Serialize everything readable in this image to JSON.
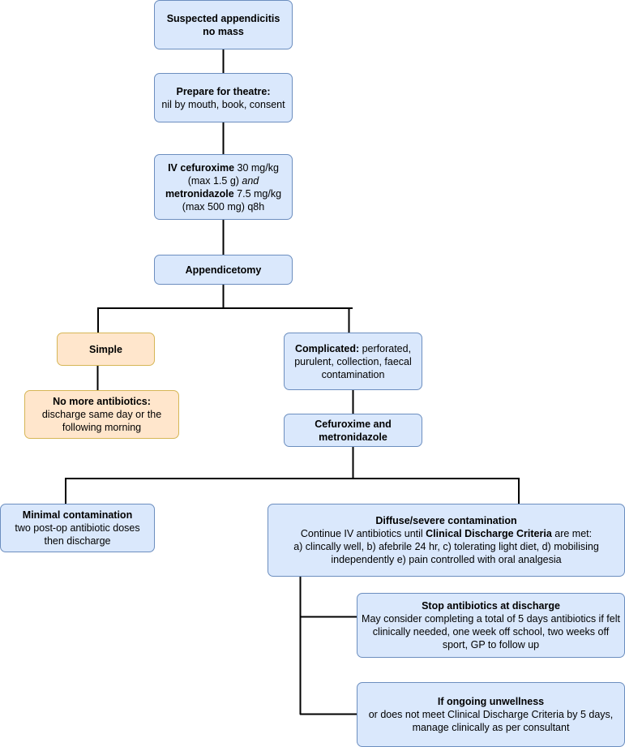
{
  "diagram": {
    "suspected": {
      "line1": "Suspected appendicitis",
      "line2": "no mass"
    },
    "prepare": {
      "bold": "Prepare for theatre:",
      "text": "nil by mouth, book, consent"
    },
    "iv": {
      "b1": "IV cefuroxime",
      "t1": " 30 mg/kg (max 1.5 g) ",
      "i1": "and",
      "b2": "metronidazole",
      "t2": " 7.5 mg/kg (max 500 mg) q8h"
    },
    "appendicectomy": {
      "label": "Appendicetomy"
    },
    "simple": {
      "label": "Simple"
    },
    "no_more": {
      "bold": "No more antibiotics:",
      "text": "discharge same day or the following morning"
    },
    "complicated": {
      "bold": "Complicated:",
      "text": " perforated, purulent, collection, faecal contamination"
    },
    "cef_metro": {
      "label": "Cefuroxime and metronidazole"
    },
    "minimal": {
      "bold": "Minimal contamination",
      "text": "two post-op antibiotic doses then discharge"
    },
    "diffuse": {
      "bold": "Diffuse/severe contamination",
      "text1": "Continue IV antibiotics until ",
      "bold2": "Clinical Discharge Criteria",
      "text2": " are met:",
      "text3": "a) clincally well, b) afebrile 24 hr, c) tolerating light diet, d) mobilising independently e) pain controlled with oral analgesia"
    },
    "stop": {
      "bold": "Stop antibiotics at discharge",
      "text": "May consider completing a total of 5 days antibiotics if felt clinically needed, one week off school, two weeks off sport, GP to follow up"
    },
    "ongoing": {
      "bold": "If ongoing unwellness",
      "text": "or does not meet Clinical Discharge Criteria by 5 days, manage clinically as per consultant"
    }
  },
  "colors": {
    "blue_fill": "#dae8fc",
    "blue_stroke": "#6c8ebf",
    "orange_fill": "#ffe6cc",
    "orange_stroke": "#d6b656",
    "line": "#000000"
  }
}
